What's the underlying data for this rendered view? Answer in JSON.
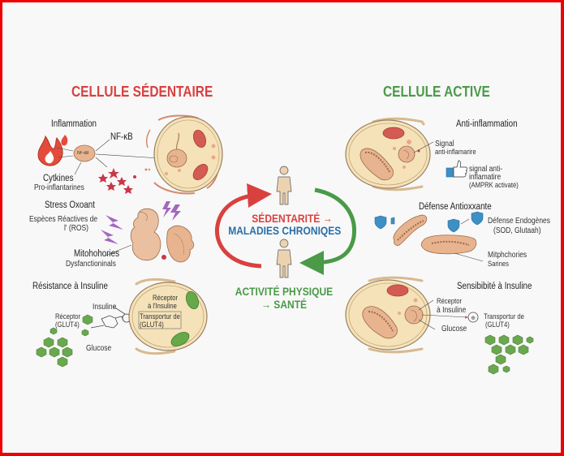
{
  "colors": {
    "frame": "#ee0000",
    "sedentary_title": "#d94040",
    "active_title": "#4a9a48",
    "cycle_red": "#d9413f",
    "cycle_green": "#4a9a48",
    "cycle_blue": "#2a6ea6",
    "cell_fill": "#f5e2b8",
    "mito_fill": "#e8b48f",
    "glucose_green": "#6aa84f",
    "shield_blue": "#3d8fc4",
    "bolt_purple": "#9b59b6"
  },
  "left": {
    "title": "CELLULE SÉDENTAIRE",
    "inflammation": {
      "heading": "Inflammation",
      "nfkb_bubble": "NF-κB",
      "nfkb_label": "NF-κB",
      "cytokines_1": "Cytkines",
      "cytokines_2": "Pro-inflantarines",
      "icons": [
        "fire-icon",
        "star-icon"
      ]
    },
    "stress": {
      "heading": "Stress Oxoant",
      "ros_1": "Espèces Réactives de",
      "ros_2": "l' (ROS)",
      "mito_1": "Mitohohories",
      "mito_2": "Dysfanctioninals",
      "icons": [
        "lightning-bolt-icon"
      ]
    },
    "insulin": {
      "heading": "Résistance à Insuline",
      "insulin_label": "Insuline",
      "receptor_1": "Réceptor",
      "receptor_2": "(GLUT4)",
      "glucose_label": "Glucose",
      "cell_receptor_1": "Réceptor",
      "cell_receptor_2": "à l'Insuline",
      "transporter_1": "Transportur de",
      "transporter_2": "(GLUT4)"
    }
  },
  "right": {
    "title": "CELLULE ACTIVE",
    "anti_inflammation": {
      "heading": "Anti-inflammation",
      "signal_1": "Signal",
      "signal_2": "anti-inflamarire",
      "thumb_1": "signal anti-",
      "thumb_2": "inflamatire",
      "thumb_3": "(AMPRK activatė)",
      "icons": [
        "thumbs-up-icon"
      ]
    },
    "antioxidant": {
      "heading": "Défense Antioxxante",
      "endo_1": "Défense Endogènes",
      "endo_2": "(SOD, Glutaah)",
      "mito_1": "Mitphchories",
      "mito_2": "Sarines",
      "icons": [
        "shield-icon"
      ]
    },
    "insulin": {
      "heading": "Sensibibité à Insuline",
      "receptor_1": "Réceptor",
      "receptor_2": "à Insuline",
      "glucose_label": "Glucose",
      "transporter_1": "Transportur de",
      "transporter_2": "(GLUT4)"
    }
  },
  "center": {
    "line1": "SÉDENTARITÉ →",
    "line2": "MALADIES CHRONIQES",
    "line3": "ACTIVITÉ PHYSIQUE",
    "line4": "→ SANTÉ",
    "icons": [
      "person-icon",
      "cycle-arrow-icon"
    ]
  }
}
